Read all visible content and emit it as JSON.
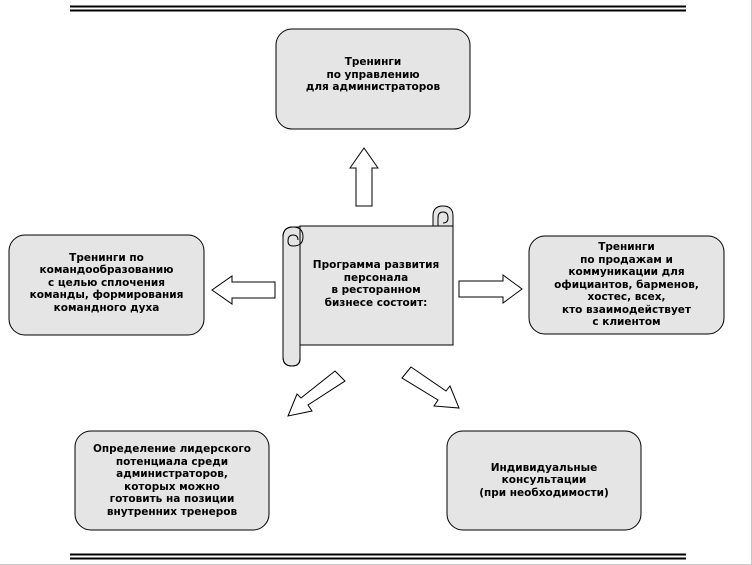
{
  "center": {
    "text": "Программа развития\nперсонала\nв ресторанном\nбизнесе состоит:"
  },
  "boxes": {
    "top": "Тренинги\nпо управлению\nдля администраторов",
    "left": "Тренинги по\nкомандообразованию\nс целью сплочения\nкоманды, формирования\nкомандного духа",
    "right": "Тренинги\nпо продажам и\nкоммуникации для\nофициантов, барменов,\nхостес, всех,\nкто взаимодействует\nс клиентом",
    "bottom_left": "Определение лидерского\nпотенциала среди\nадминистраторов,\nкоторых можно\nготовить на позиции\nвнутренних тренеров",
    "bottom_right": "Индивидуальные\nконсультации\n(при необходимости)"
  },
  "colors": {
    "box_fill": "#e5e5e5",
    "scroll_fill": "#e5e5e5",
    "arrow_fill": "#ffffff",
    "stroke": "#000000"
  }
}
